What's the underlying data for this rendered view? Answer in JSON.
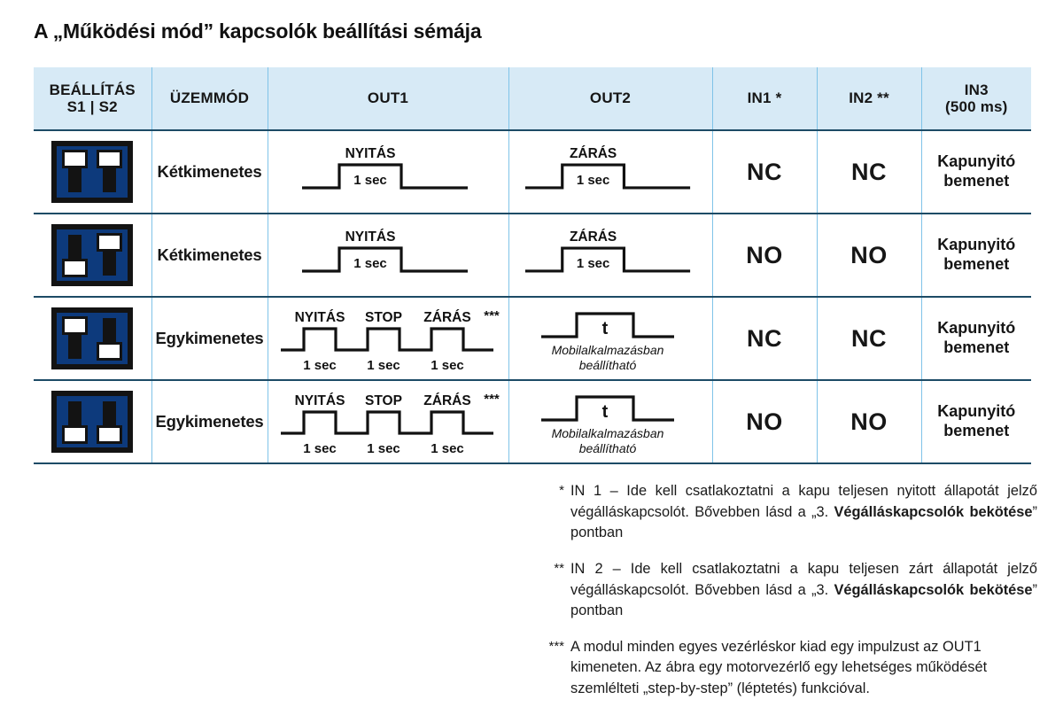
{
  "title": "A „Működési mód” kapcsolók beállítási sémája",
  "table": {
    "headers": [
      {
        "line1": "BEÁLLÍTÁS",
        "line2": "S1 | S2"
      },
      {
        "line1": "ÜZEMMÓD",
        "line2": ""
      },
      {
        "line1": "OUT1",
        "line2": ""
      },
      {
        "line1": "OUT2",
        "line2": ""
      },
      {
        "line1": "IN1 *",
        "line2": ""
      },
      {
        "line1": "IN2 **",
        "line2": ""
      },
      {
        "line1": "IN3",
        "line2": "(500 ms)"
      }
    ],
    "rows": [
      {
        "switches": [
          "up",
          "up"
        ],
        "mode": "Kétkimenetes",
        "out1": {
          "type": "single",
          "labels": [
            "NYITÁS"
          ],
          "durations": [
            "1 sec"
          ],
          "stars": ""
        },
        "out2": {
          "type": "single",
          "labels": [
            "ZÁRÁS"
          ],
          "durations": [
            "1 sec"
          ],
          "note": ""
        },
        "in1": "NC",
        "in2": "NC",
        "in3_line1": "Kapunyitó",
        "in3_line2": "bemenet"
      },
      {
        "switches": [
          "down",
          "up"
        ],
        "mode": "Kétkimenetes",
        "out1": {
          "type": "single",
          "labels": [
            "NYITÁS"
          ],
          "durations": [
            "1 sec"
          ],
          "stars": ""
        },
        "out2": {
          "type": "single",
          "labels": [
            "ZÁRÁS"
          ],
          "durations": [
            "1 sec"
          ],
          "note": ""
        },
        "in1": "NO",
        "in2": "NO",
        "in3_line1": "Kapunyitó",
        "in3_line2": "bemenet"
      },
      {
        "switches": [
          "up",
          "down"
        ],
        "mode": "Egykimenetes",
        "out1": {
          "type": "triple",
          "labels": [
            "NYITÁS",
            "STOP",
            "ZÁRÁS"
          ],
          "durations": [
            "1 sec",
            "1 sec",
            "1 sec"
          ],
          "stars": "***"
        },
        "out2": {
          "type": "t",
          "labels": [
            "t"
          ],
          "durations": [],
          "note_line1": "Mobilalkalmazásban",
          "note_line2": "beállítható"
        },
        "in1": "NC",
        "in2": "NC",
        "in3_line1": "Kapunyitó",
        "in3_line2": "bemenet"
      },
      {
        "switches": [
          "down",
          "down"
        ],
        "mode": "Egykimenetes",
        "out1": {
          "type": "triple",
          "labels": [
            "NYITÁS",
            "STOP",
            "ZÁRÁS"
          ],
          "durations": [
            "1 sec",
            "1 sec",
            "1 sec"
          ],
          "stars": "***"
        },
        "out2": {
          "type": "t",
          "labels": [
            "t"
          ],
          "durations": [],
          "note_line1": "Mobilalkalmazásban",
          "note_line2": "beállítható"
        },
        "in1": "NO",
        "in2": "NO",
        "in3_line1": "Kapunyitó",
        "in3_line2": "bemenet"
      }
    ]
  },
  "footnotes": [
    {
      "mark": "*",
      "text_a": "IN 1 – Ide kell csatlakoztatni a kapu teljesen nyitott állapotát jelző végálláskapcsolót. Bővebben lásd a „3. ",
      "text_b": "Végálláskapcsolók bekötése",
      "text_c": "” pontban"
    },
    {
      "mark": "**",
      "text_a": "IN 2 – Ide kell csatlakoztatni a kapu teljesen zárt állapotát jelző végálláskapcsolót. Bővebben lásd a „3. ",
      "text_b": "Végálláskapcsolók bekötése",
      "text_c": "” pontban"
    },
    {
      "mark": "***",
      "text_a": "A modul minden egyes vezérléskor kiad egy impulzust az OUT1 kimeneten. Az ábra egy motorvezérlő egy lehetséges működését szemlélteti „step-by-step” (léptetés) funkcióval.",
      "text_b": "",
      "text_c": ""
    }
  ],
  "colors": {
    "header_bg": "#d7eaf6",
    "grid_light": "#7fc3e8",
    "grid_dark": "#1d4b66",
    "dip_blue": "#0d3a7c",
    "ink": "#111111"
  }
}
